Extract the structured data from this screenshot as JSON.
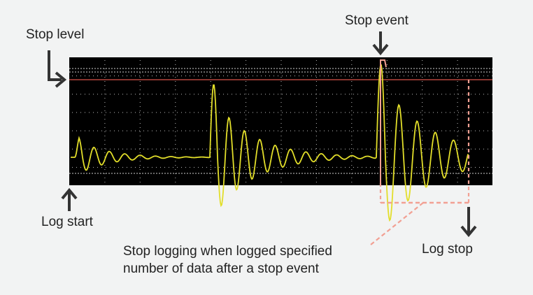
{
  "labels": {
    "stop_level": "Stop level",
    "stop_event": "Stop event",
    "log_start": "Log start",
    "log_stop": "Log stop",
    "note_line1": "Stop logging when logged specified",
    "note_line2": "number of data after a stop event"
  },
  "colors": {
    "background": "#f2f3f3",
    "screen": "#000000",
    "signal": "#e2de2a",
    "stop_level_line": "#d9534a",
    "highlight": "#f2a093",
    "grid_dots": "#ffffff",
    "arrow": "#333333",
    "text": "#222222"
  },
  "icons": {
    "stop_level_arrow": "elbow-arrow-right-icon",
    "stop_event_arrow": "arrow-down-icon",
    "log_start_arrow": "arrow-up-icon",
    "log_stop_arrow": "arrow-down-icon"
  }
}
